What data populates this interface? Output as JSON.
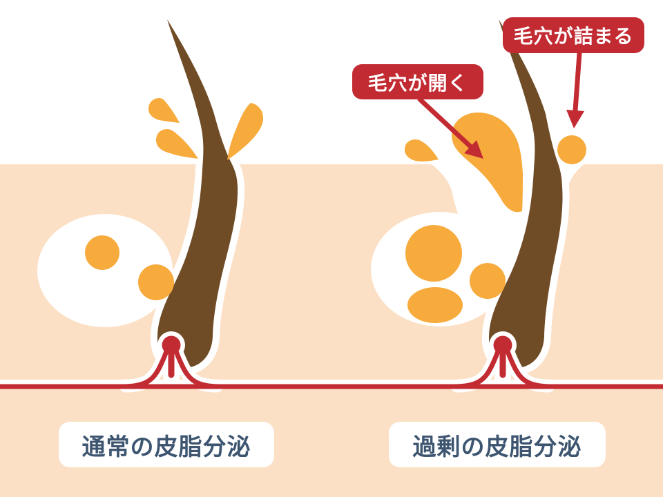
{
  "diagram": {
    "annotations": {
      "pore_open": "毛穴が開く",
      "pore_clogged": "毛穴が詰まる"
    },
    "captions": {
      "left": "通常の皮脂分泌",
      "right": "過剰の皮脂分泌"
    },
    "colors": {
      "background": "#FFFFFF",
      "skin": "#FBE0C6",
      "hair": "#6F4C26",
      "sebum": "#F7AB3C",
      "accent_red": "#C32B33",
      "caption_text": "#3D5570",
      "label_text": "#FFFFFF",
      "outline": "#FFFFFF"
    }
  }
}
